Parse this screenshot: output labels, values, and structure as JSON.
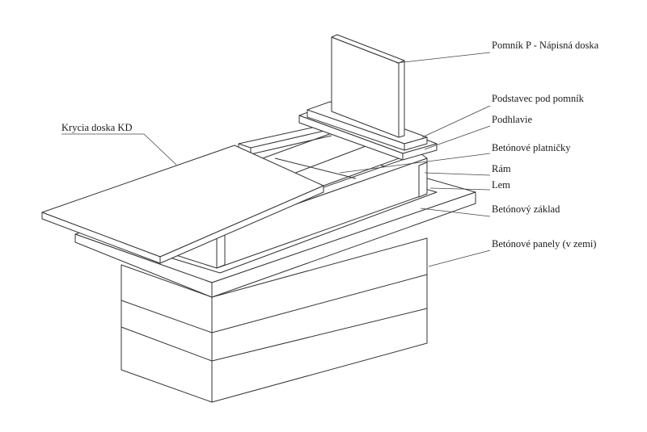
{
  "labels": {
    "pomnik": "Pomník P - Nápisná doska",
    "podstavec": "Podstavec pod pomník",
    "podhlavie": "Podhlavie",
    "platnicky": "Betónové platničky",
    "ram": "Rám",
    "lem": "Lem",
    "zaklad": "Betónový základ",
    "panely": "Betónové panely (v zemi)",
    "krycia": "Krycia doska KD"
  },
  "colors": {
    "line": "#333333",
    "fill": "#ffffff",
    "text": "#1a1a1a"
  }
}
